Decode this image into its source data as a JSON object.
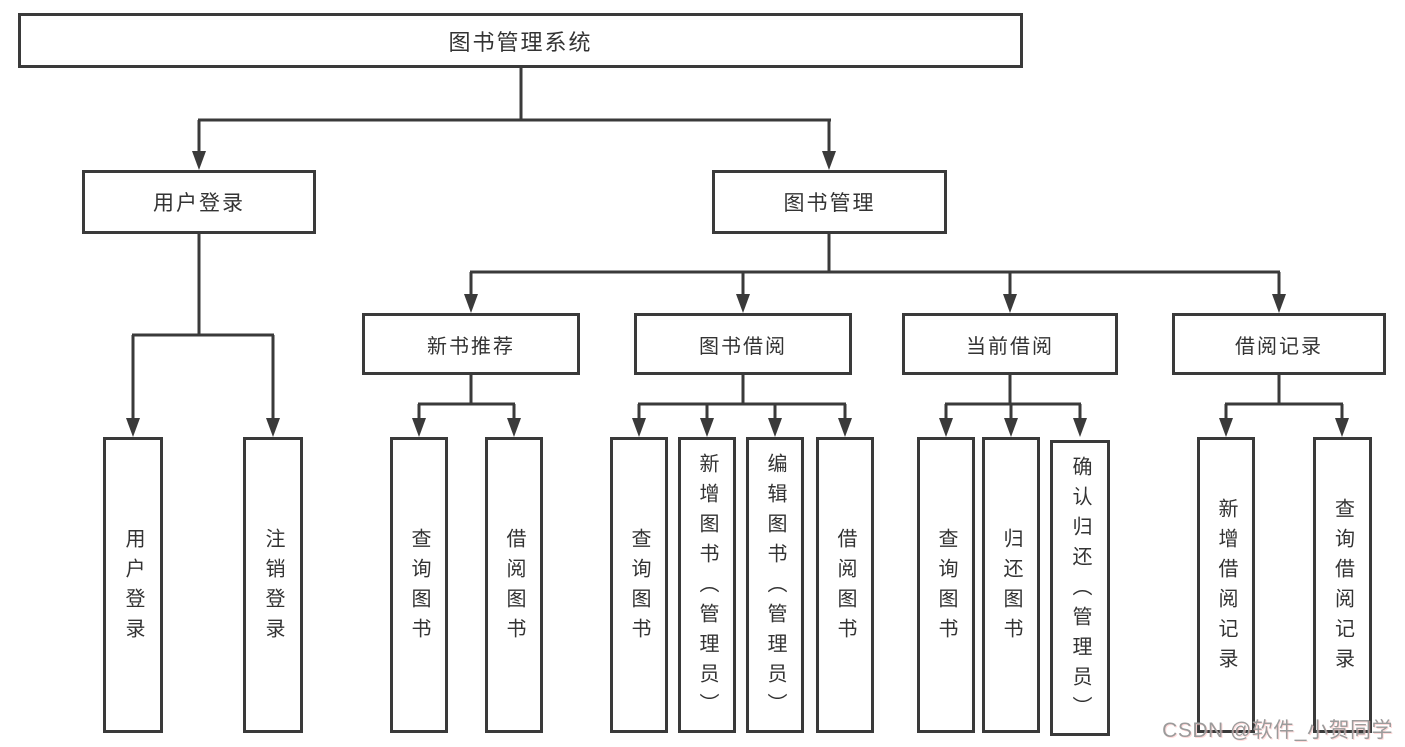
{
  "diagram": {
    "title": "图书管理系统",
    "root": {
      "label": "图书管理系统"
    },
    "level2": [
      {
        "label": "用户登录",
        "parent": "图书管理系统"
      },
      {
        "label": "图书管理",
        "parent": "图书管理系统"
      }
    ],
    "level3": [
      {
        "label": "新书推荐",
        "parent": "图书管理"
      },
      {
        "label": "图书借阅",
        "parent": "图书管理"
      },
      {
        "label": "当前借阅",
        "parent": "图书管理"
      },
      {
        "label": "借阅记录",
        "parent": "图书管理"
      }
    ],
    "leaves": [
      {
        "label": "用户登录",
        "parent": "用户登录"
      },
      {
        "label": "注销登录",
        "parent": "用户登录"
      },
      {
        "label": "查询图书",
        "parent": "新书推荐"
      },
      {
        "label": "借阅图书",
        "parent": "新书推荐"
      },
      {
        "label": "查询图书",
        "parent": "图书借阅"
      },
      {
        "label": "新增图书（管理员）",
        "parent": "图书借阅"
      },
      {
        "label": "编辑图书（管理员）",
        "parent": "图书借阅"
      },
      {
        "label": "借阅图书",
        "parent": "图书借阅"
      },
      {
        "label": "查询图书",
        "parent": "当前借阅"
      },
      {
        "label": "归还图书",
        "parent": "当前借阅"
      },
      {
        "label": "确认归还（管理员）",
        "parent": "当前借阅"
      },
      {
        "label": "新增借阅记录",
        "parent": "借阅记录"
      },
      {
        "label": "查询借阅记录",
        "parent": "借阅记录"
      }
    ],
    "watermark": "CSDN @软件_小贺同学",
    "colors": {
      "line": "#3a3a3a",
      "box_border": "#3a3a3a",
      "text": "#333333",
      "watermark": "#9b9b9b",
      "background": "#ffffff"
    }
  }
}
